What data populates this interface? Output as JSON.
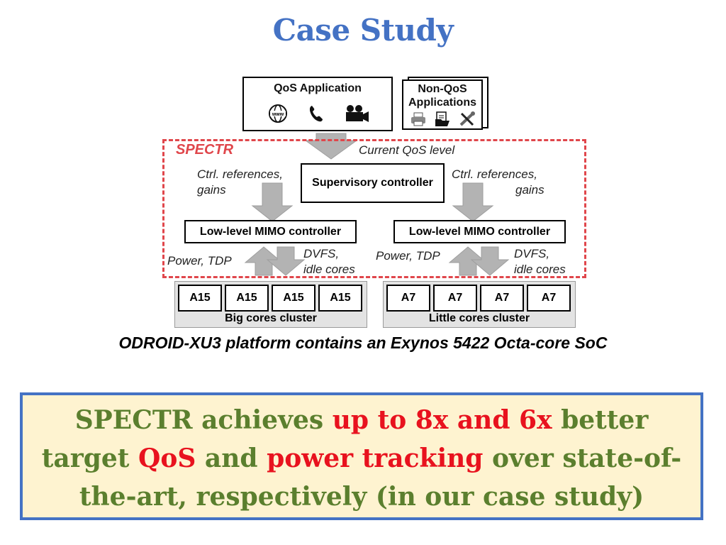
{
  "title": "Case Study",
  "qos_app": {
    "label": "QoS Application",
    "icons": [
      "globe-www-icon",
      "phone-icon",
      "video-camera-icon"
    ]
  },
  "nonqos_app": {
    "label_line1": "Non-QoS",
    "label_line2": "Applications",
    "icons": [
      "printer-icon",
      "document-folder-icon",
      "tools-icon"
    ]
  },
  "spectr": {
    "label": "SPECTR",
    "frame_color": "#e0464b"
  },
  "labels": {
    "current_qos": "Current QoS level",
    "ctrl_left_1": "Ctrl. references,",
    "ctrl_left_2": "gains",
    "ctrl_right_1": "Ctrl. references,",
    "ctrl_right_2": "gains",
    "power_left": "Power, TDP",
    "power_right": "Power, TDP",
    "dvfs_left_1": "DVFS,",
    "dvfs_left_2": "idle cores",
    "dvfs_right_1": "DVFS,",
    "dvfs_right_2": "idle cores"
  },
  "supervisory": "Supervisory controller",
  "mimo_left": "Low-level MIMO controller",
  "mimo_right": "Low-level MIMO controller",
  "big_cluster": {
    "label": "Big cores cluster",
    "cores": [
      "A15",
      "A15",
      "A15",
      "A15"
    ]
  },
  "little_cluster": {
    "label": "Little cores cluster",
    "cores": [
      "A7",
      "A7",
      "A7",
      "A7"
    ]
  },
  "caption": "ODROID-XU3 platform contains an Exynos 5422 Octa-core SoC",
  "result": {
    "p1": "SPECTR achieves ",
    "h1": "up to 8x and 6x",
    "p2": " better target ",
    "h2": "QoS",
    "p3": " and ",
    "h3": "power tracking",
    "p4": " over state-of-the-art, respectively (in our case study)"
  },
  "colors": {
    "title": "#4472c4",
    "highlight": "#e8121e",
    "result_text": "#5b7f2e",
    "result_bg": "#fef3d0",
    "arrow": "#b3b3b3"
  }
}
